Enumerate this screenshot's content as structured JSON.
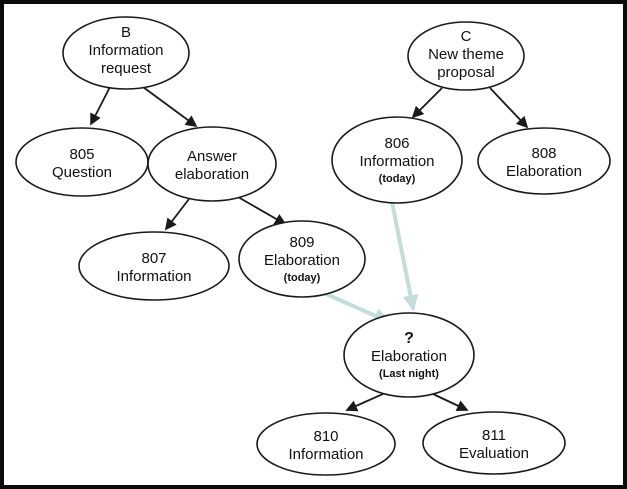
{
  "diagram": {
    "nodes": {
      "b": {
        "lines": [
          "B",
          "Information",
          "request"
        ]
      },
      "c": {
        "lines": [
          "C",
          "New theme",
          "proposal"
        ]
      },
      "q805": {
        "lines": [
          "805",
          "Question"
        ]
      },
      "answer": {
        "lines": [
          "Answer",
          "elaboration"
        ]
      },
      "i806": {
        "lines": [
          "806",
          "Information",
          "(today)"
        ]
      },
      "e808": {
        "lines": [
          "808",
          "Elaboration"
        ]
      },
      "i807": {
        "lines": [
          "807",
          "Information"
        ]
      },
      "e809": {
        "lines": [
          "809",
          "Elaboration",
          "(today)"
        ]
      },
      "unknown": {
        "lines": [
          "?",
          "Elaboration",
          "(Last night)"
        ]
      },
      "i810": {
        "lines": [
          "810",
          "Information"
        ]
      },
      "e811": {
        "lines": [
          "811",
          "Evaluation"
        ]
      }
    },
    "colors": {
      "node_stroke": "#1a1a1a",
      "highlight_stroke": "#5a5aa5",
      "arrow": "#1a1a1a",
      "special_arrow": "#c3dcdc",
      "background": "#ffffff",
      "frame": "#0b0b0b"
    }
  }
}
